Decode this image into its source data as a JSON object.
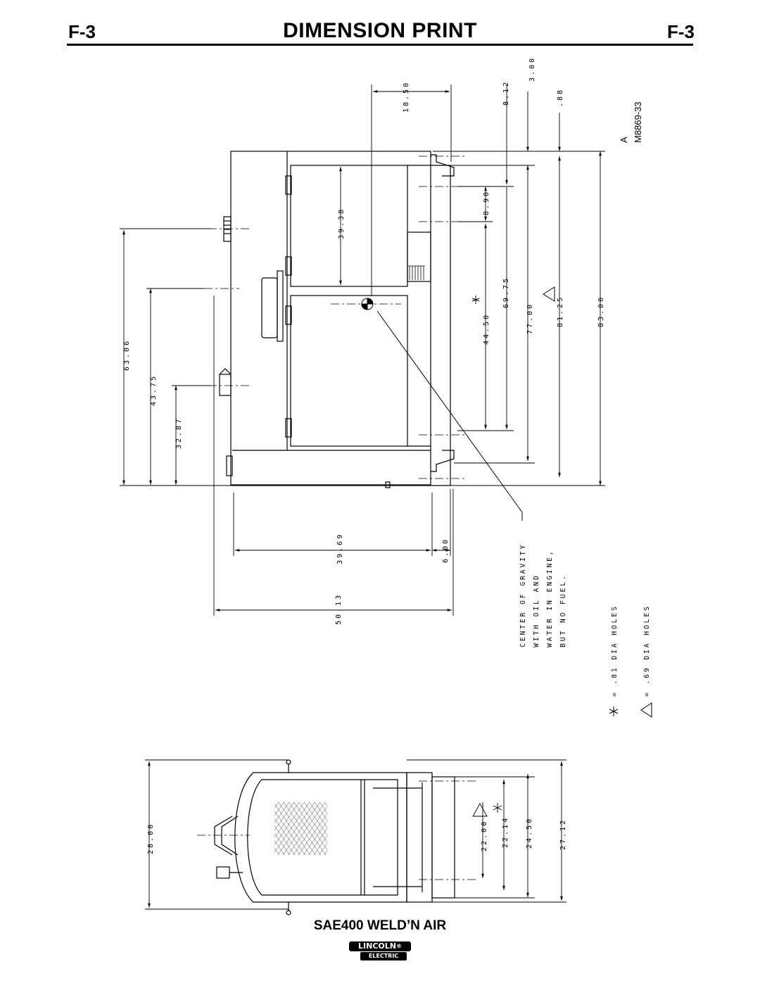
{
  "header": {
    "page_code_left": "F-3",
    "title": "DIMENSION PRINT",
    "page_code_right": "F-3"
  },
  "drawing": {
    "revision": "A",
    "drawing_number": "M8869-33",
    "side_view_dimensions": [
      "18.50",
      "39.38",
      "8.12",
      "3.00",
      ".88",
      "8.90",
      "69.75",
      "44.50",
      "77.00",
      "81.25",
      "83.00",
      "63.06",
      "43.75",
      "32.87",
      "39.69",
      "6.00",
      "50.13"
    ],
    "top_view_dimensions": [
      "28.00",
      "22.00",
      "22.14",
      "24.50",
      "27.12"
    ],
    "notes": {
      "center_of_gravity": [
        "CENTER OF GRAVITY",
        "WITH OIL AND",
        "WATER IN ENGINE,",
        "BUT NO FUEL."
      ],
      "legend_star": "= .81 DIA HOLES",
      "legend_triangle": "= .69 DIA HOLES"
    }
  },
  "footer": {
    "model_name": "SAE400 WELD’N AIR",
    "logo_top": "LINCOLN",
    "logo_registered": "®",
    "logo_bottom": "ELECTRIC"
  }
}
